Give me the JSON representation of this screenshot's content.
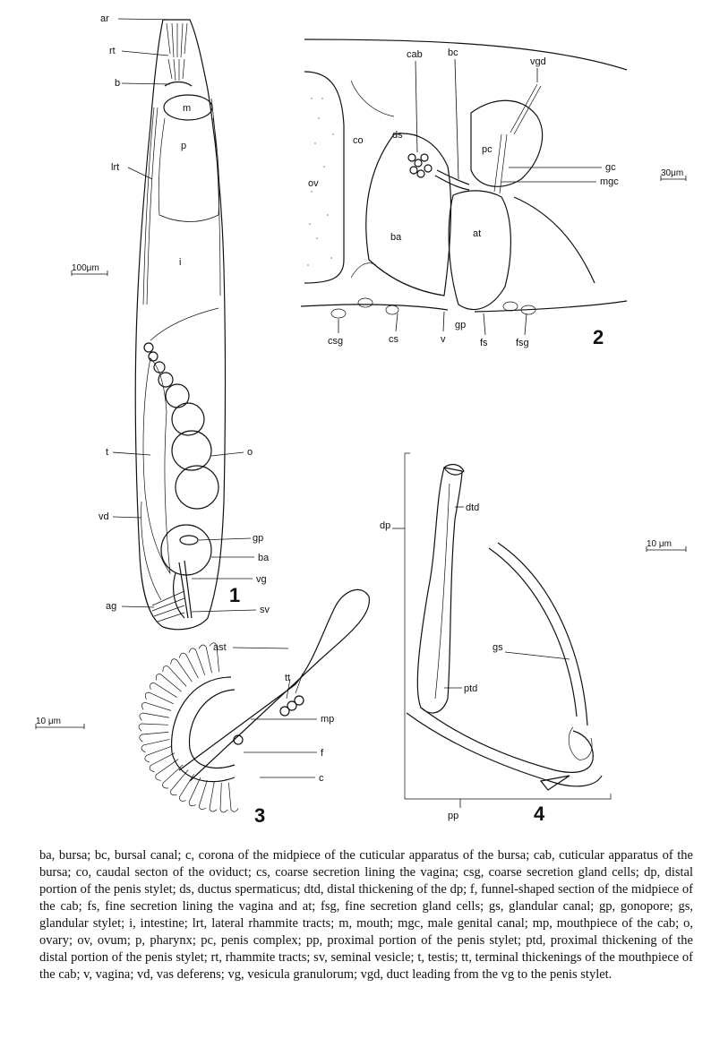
{
  "figure1": {
    "number": "1",
    "scale": "100μm",
    "labels": {
      "ar": "ar",
      "rt": "rt",
      "b": "b",
      "m": "m",
      "p": "p",
      "lrt": "lrt",
      "i": "i",
      "t": "t",
      "o": "o",
      "vd": "vd",
      "gp": "gp",
      "ba": "ba",
      "vg": "vg",
      "ag": "ag",
      "sv": "sv"
    }
  },
  "figure2": {
    "number": "2",
    "scale": "30μm",
    "labels": {
      "cab": "cab",
      "bc": "bc",
      "vgd": "vgd",
      "co": "co",
      "ds": "ds",
      "pc": "pc",
      "gc": "gc",
      "mgc": "mgc",
      "ov": "ov",
      "ba": "ba",
      "at": "at",
      "gp": "gp",
      "csg": "csg",
      "cs": "cs",
      "v": "v",
      "fs": "fs",
      "fsg": "fsg"
    }
  },
  "figure3": {
    "number": "3",
    "scale": "10 μm",
    "labels": {
      "ast": "ast",
      "tt": "tt",
      "mp": "mp",
      "f": "f",
      "c": "c"
    }
  },
  "figure4": {
    "number": "4",
    "scale": "10 μm",
    "labels": {
      "dp": "dp",
      "dtd": "dtd",
      "gs": "gs",
      "ptd": "ptd",
      "pp": "pp"
    }
  },
  "caption": "ba, bursa; bc, bursal canal; c, corona of the midpiece of the cuticular apparatus of the bursa; cab, cuticular apparatus of the bursa; co, caudal secton of the oviduct; cs, coarse secretion lining the vagina; csg, coarse secretion gland cells; dp, distal portion of the penis stylet; ds, ductus spermaticus; dtd, distal thickening of the dp; f, funnel-shaped section of the midpiece of the cab; fs, fine secretion lining the vagina and at; fsg, fine secretion gland cells; gs, glandular canal; gp, gonopore; gs, glandular stylet; i, intestine; lrt, lateral rhammite tracts; m, mouth; mgc, male genital canal; mp, mouthpiece of the cab; o, ovary; ov, ovum; p, pharynx; pc, penis complex; pp, proximal portion of the penis stylet; ptd, proximal thickening of the distal portion of the penis stylet; rt, rhammite tracts; sv, seminal vesicle; t, testis; tt, terminal thickenings of the mouthpiece of the cab; v, vagina; vd, vas deferens; vg, vesicula granulorum; vgd, duct leading from the vg to the penis stylet."
}
